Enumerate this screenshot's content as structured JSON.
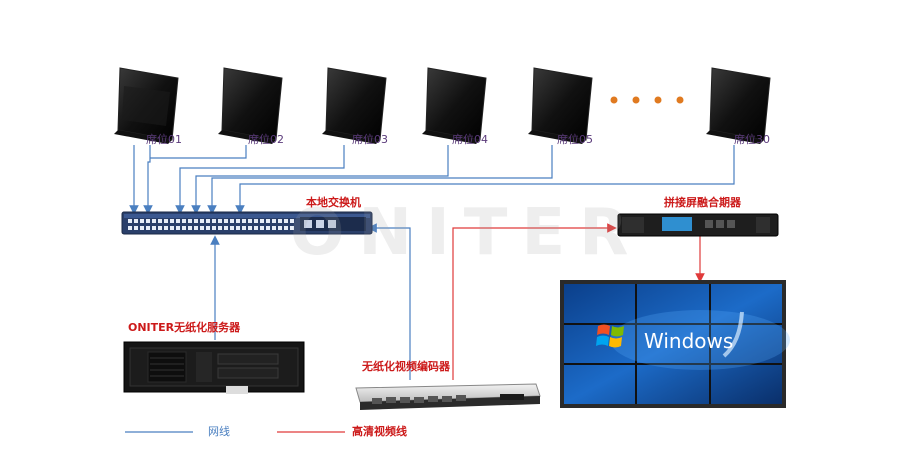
{
  "seats": [
    {
      "label": "席位01"
    },
    {
      "label": "席位02"
    },
    {
      "label": "席位03"
    },
    {
      "label": "席位04"
    },
    {
      "label": "席位05"
    },
    {
      "label": "席位30"
    }
  ],
  "switch_label": "本地交换机",
  "splicer_label": "拼接屏融合期器",
  "server_label": "ONITER无纸化服务器",
  "encoder_label": "无纸化视频编码器",
  "video_wall_text": "Windows",
  "watermark": "ONITER",
  "legend": {
    "network": {
      "label": "网线",
      "color": "#4a7fc0"
    },
    "video": {
      "label": "高清视频线",
      "color": "#e03a3a"
    }
  },
  "colors": {
    "network_line": "#4a7fc0",
    "video_line": "#e03a3a",
    "dots": "#e07a20"
  }
}
